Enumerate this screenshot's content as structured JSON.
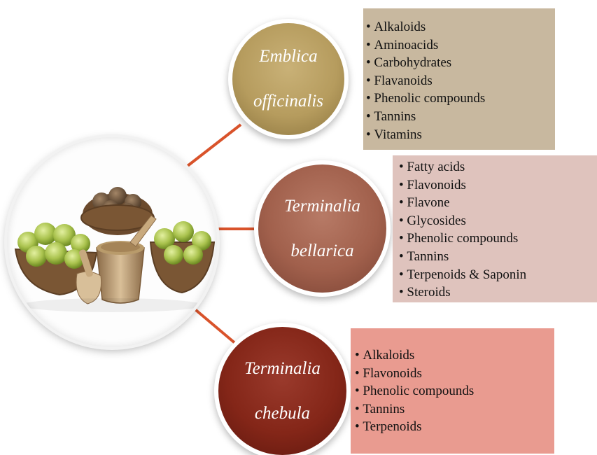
{
  "center": {
    "image": "herbal-fruits-bowls-icon"
  },
  "colors": {
    "connector": "#d9532b",
    "node_1": "#b69c5e",
    "node_2": "#a1604c",
    "node_3": "#842618",
    "box_1": "#c8b89f",
    "box_2": "#dfc3bd",
    "box_3": "#e99b90"
  },
  "species": [
    {
      "line1": "Emblica",
      "line2": "officinalis",
      "compounds": [
        "Alkaloids",
        "Aminoacids",
        "Carbohydrates",
        "Flavanoids",
        "Phenolic compounds",
        "Tannins",
        "Vitamins"
      ]
    },
    {
      "line1": "Terminalia",
      "line2": "bellarica",
      "compounds": [
        "Fatty acids",
        "Flavonoids",
        "Flavone",
        "Glycosides",
        "Phenolic compounds",
        "Tannins",
        "Terpenoids & Saponin",
        "Steroids"
      ]
    },
    {
      "line1": "Terminalia",
      "line2": "chebula",
      "compounds": [
        "Alkaloids",
        "Flavonoids",
        "Phenolic compounds",
        "Tannins",
        "Terpenoids"
      ]
    }
  ]
}
